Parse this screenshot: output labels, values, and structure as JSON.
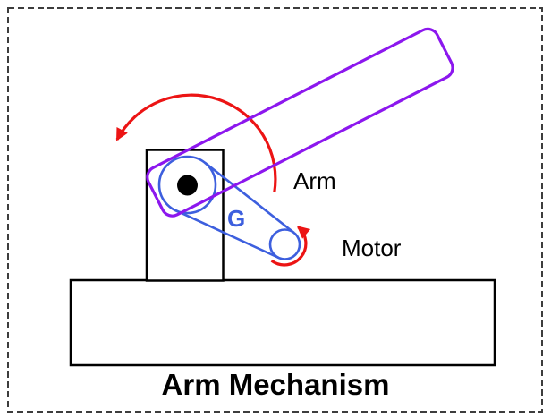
{
  "diagram": {
    "title": "Arm Mechanism",
    "labels": {
      "arm": "Arm",
      "motor": "Motor",
      "gear": "G"
    },
    "colors": {
      "arm_outline": "#8c17ee",
      "belt_drive": "#3d5fde",
      "rotation_arrow": "#ec1414",
      "structure": "#000000",
      "frame_dash": "#3d3d3d",
      "background": "#ffffff"
    }
  }
}
